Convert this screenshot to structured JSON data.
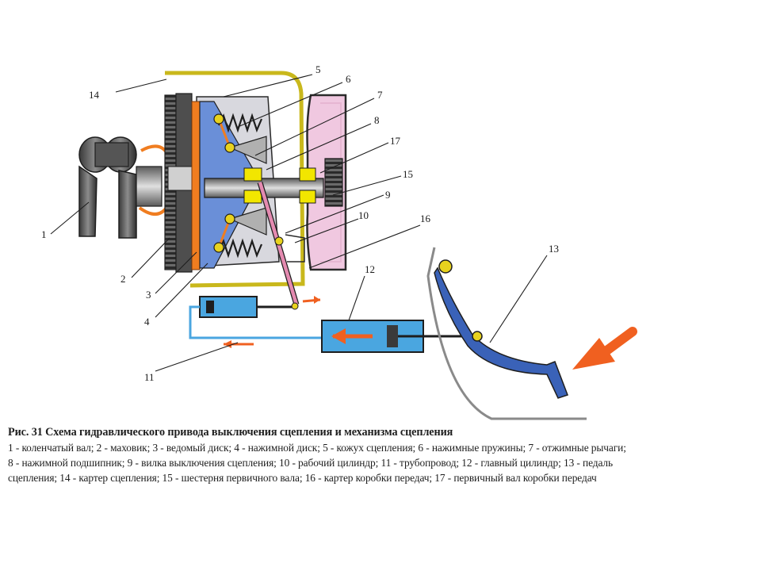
{
  "labels": {
    "l1": "1",
    "l2": "2",
    "l3": "3",
    "l4": "4",
    "l5": "5",
    "l6": "6",
    "l7": "7",
    "l8": "8",
    "l9": "9",
    "l10": "10",
    "l11": "11",
    "l12": "12",
    "l13": "13",
    "l14": "14",
    "l15": "15",
    "l16": "16",
    "l17": "17"
  },
  "caption": {
    "title": "Рис. 31 Схема гидравлического привода выключения сцепления и механизма сцепления",
    "line1": "1 - коленчатый вал; 2 - маховик; 3 - ведомый диск; 4 - нажимной диск; 5 - кожух сцепления; 6 - нажимные пружины; 7 - отжимные рычаги;",
    "line2": "8 - нажимной подшипник; 9 - вилка выключения сцепления; 10 - рабочий цилиндр; 11 - трубопровод; 12 - главный цилиндр; 13 - педаль",
    "line3": "сцепления; 14 - картер сцепления; 15 - шестерня первичного вала; 16 - картер коробки передач; 17 - первичный вал коробки передач"
  },
  "colors": {
    "housing_yellow": "#c9b81c",
    "gearbox_pink": "#f0c8e0",
    "shaft_grey": "#8a8a8a",
    "disc_orange": "#f07d20",
    "pressure_blue": "#6a8fd8",
    "spring_grey": "#b0b0b0",
    "fluid_blue": "#4aa6e0",
    "arrow_orange": "#f06020",
    "pedal_blue": "#3a62b8",
    "bearing_yellow": "#f2e600"
  }
}
